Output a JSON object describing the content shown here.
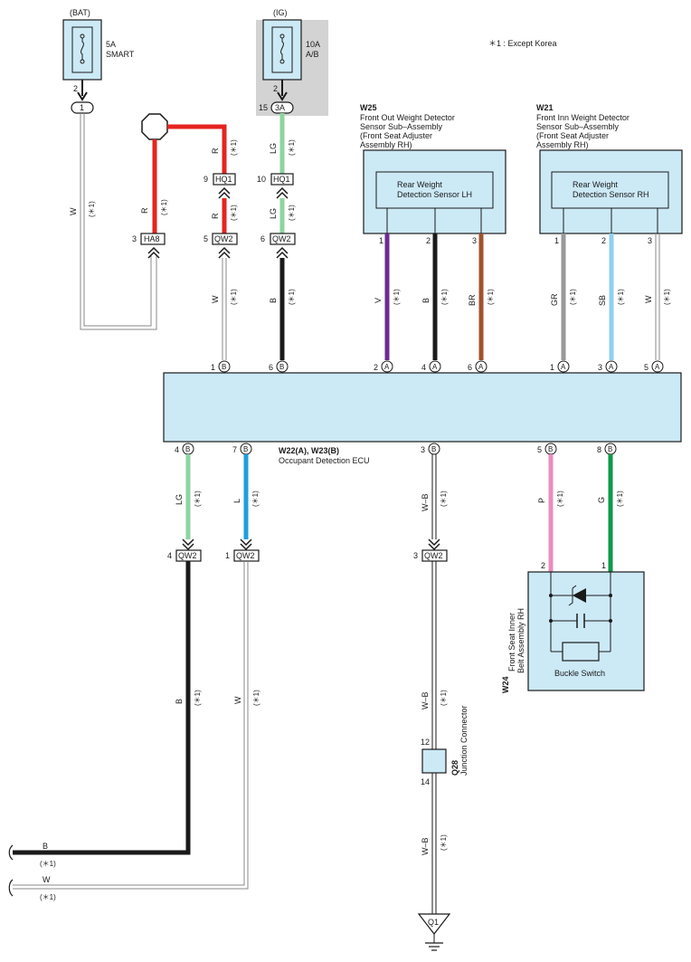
{
  "note": "＊1 : Except Korea",
  "fuse_bat": {
    "supply": "(BAT)",
    "rating": "5A",
    "name": "SMART",
    "pin": "2",
    "junction": "1"
  },
  "fuse_ig": {
    "supply": "(IG)",
    "rating": "10A",
    "name": "A/B",
    "pin": "2",
    "junction_pin": "15",
    "junction": "3A"
  },
  "connectors": {
    "hq1_r": {
      "pin": "9",
      "name": "HQ1"
    },
    "hq1_lg": {
      "pin": "10",
      "name": "HQ1"
    },
    "ha8": {
      "pin": "3",
      "name": "HA8"
    },
    "qw2_r": {
      "pin": "5",
      "name": "QW2"
    },
    "qw2_lg": {
      "pin": "6",
      "name": "QW2"
    },
    "qw2_lgb": {
      "pin": "4",
      "name": "QW2"
    },
    "qw2_l": {
      "pin": "1",
      "name": "QW2"
    },
    "qw2_wb": {
      "pin": "3",
      "name": "QW2"
    }
  },
  "w25": {
    "code": "W25",
    "title": [
      "Front Out Weight Detector",
      "Sensor Sub–Assembly",
      "(Front Seat Adjuster",
      " Assembly RH)"
    ],
    "sensor": [
      "Rear Weight",
      "Detection Sensor LH"
    ],
    "pins": [
      "1",
      "2",
      "3"
    ]
  },
  "w21": {
    "code": "W21",
    "title": [
      "Front Inn Weight Detector",
      "Sensor Sub–Assembly",
      "(Front Seat Adjuster",
      " Assembly RH)"
    ],
    "sensor": [
      "Rear Weight",
      "Detection Sensor RH"
    ],
    "pins": [
      "1",
      "2",
      "3"
    ]
  },
  "ecu": {
    "code": "W22(A), W23(B)",
    "name": "Occupant Detection ECU",
    "top_pins": [
      {
        "num": "1",
        "conn": "B"
      },
      {
        "num": "6",
        "conn": "B"
      },
      {
        "num": "2",
        "conn": "A"
      },
      {
        "num": "4",
        "conn": "A"
      },
      {
        "num": "6",
        "conn": "A"
      },
      {
        "num": "1",
        "conn": "A"
      },
      {
        "num": "3",
        "conn": "A"
      },
      {
        "num": "5",
        "conn": "A"
      }
    ],
    "bottom_pins": [
      {
        "num": "4",
        "conn": "B"
      },
      {
        "num": "7",
        "conn": "B"
      },
      {
        "num": "3",
        "conn": "B"
      },
      {
        "num": "5",
        "conn": "B"
      },
      {
        "num": "8",
        "conn": "B"
      }
    ]
  },
  "w24": {
    "code": "W24",
    "name": [
      "Front Seat Inner",
      "Belt Assembly RH"
    ],
    "switch": "Buckle Switch",
    "pins": [
      "2",
      "1"
    ]
  },
  "q28": {
    "code": "Q28",
    "name": "Junction Connector",
    "pin_top": "12",
    "pin_bottom": "14"
  },
  "ground": {
    "name": "Q1"
  },
  "wires": {
    "w_bat": {
      "color": "W",
      "note": "(＊1)"
    },
    "r_loop": {
      "color": "R",
      "note": "(＊1)"
    },
    "r_hq1_top": {
      "color": "R",
      "note": "(＊1)"
    },
    "r_hq1_qw2": {
      "color": "R",
      "note": "(＊1)"
    },
    "lg_top": {
      "color": "LG",
      "note": "(＊1)"
    },
    "lg_mid": {
      "color": "LG",
      "note": "(＊1)"
    },
    "w_ecu_b1": {
      "color": "W",
      "note": "(＊1)"
    },
    "b_ecu_b6": {
      "color": "B",
      "note": "(＊1)"
    },
    "v": {
      "color": "V",
      "note": "(＊1)"
    },
    "b_w25": {
      "color": "B",
      "note": "(＊1)"
    },
    "br": {
      "color": "BR",
      "note": "(＊1)"
    },
    "gr": {
      "color": "GR",
      "note": "(＊1)"
    },
    "sb": {
      "color": "SB",
      "note": "(＊1)"
    },
    "w_w21": {
      "color": "W",
      "note": "(＊1)"
    },
    "lg_bot": {
      "color": "LG",
      "note": "(＊1)"
    },
    "l_bot": {
      "color": "L",
      "note": "(＊1)"
    },
    "wb_top": {
      "color": "W–B",
      "note": "(＊1)"
    },
    "p": {
      "color": "P",
      "note": "(＊1)"
    },
    "g": {
      "color": "G",
      "note": "(＊1)"
    },
    "b_long": {
      "color": "B",
      "note": "(＊1)"
    },
    "w_long": {
      "color": "W",
      "note": "(＊1)"
    },
    "wb_mid": {
      "color": "W–B",
      "note": "(＊1)"
    },
    "wb_bot": {
      "color": "W–B",
      "note": "(＊1)"
    },
    "b_exit": {
      "color": "B",
      "note": "(＊1)"
    },
    "w_exit": {
      "color": "W",
      "note": "(＊1)"
    }
  },
  "colors": {
    "box_fill": "#cce9f6",
    "ig_shade": "#d3d3d3",
    "red": "#e52420",
    "light_green": "#8fd3a0",
    "black": "#1a1a1a",
    "violet": "#6b2c91",
    "brown": "#a0522d",
    "gray": "#999999",
    "sky_blue": "#8fd0f0",
    "blue": "#1f9ee0",
    "pink": "#ec8cbd",
    "green": "#0a9a48"
  }
}
